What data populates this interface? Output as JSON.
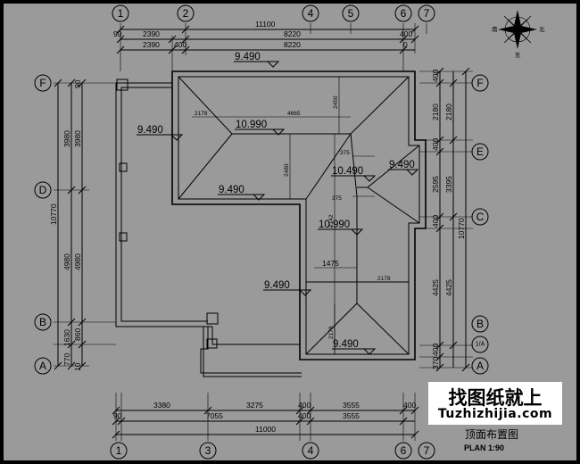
{
  "axes_top": [
    "1",
    "2",
    "4",
    "5",
    "6",
    "7"
  ],
  "axes_bottom": [
    "1",
    "3",
    "4",
    "6",
    "7"
  ],
  "axes_left": [
    "F",
    "D",
    "B",
    "A"
  ],
  "axes_right": [
    "F",
    "E",
    "C",
    "B",
    "A"
  ],
  "axis_right_extra": "1/A",
  "top_dims": {
    "overall": "11100",
    "row2": [
      "90",
      "2390",
      "8220",
      "400"
    ],
    "row3": [
      "2390",
      "400",
      "8220",
      "0"
    ]
  },
  "bottom_dims": {
    "row1": [
      "3380",
      "3275",
      "400",
      "3555",
      "400"
    ],
    "row2": [
      "90",
      "7055",
      "400",
      "3555"
    ],
    "overall": "11000"
  },
  "left_dims": {
    "outer": [
      "10770"
    ],
    "middle": [
      "3980",
      "4980",
      "1630",
      "770"
    ],
    "inner": [
      "90",
      "3980",
      "4980",
      "860",
      "10"
    ]
  },
  "right_dims": {
    "inner": [
      "400",
      "2180",
      "400",
      "2595",
      "400",
      "4425",
      "400",
      "370"
    ],
    "middle": [
      "2180",
      "3395",
      "4425"
    ],
    "outer": "10770"
  },
  "elevations": {
    "top": "9.490",
    "upper_ridge": "10.990",
    "left": "9.490",
    "middle": "9.490",
    "right_ridge": "10.490",
    "right": "9.490",
    "lower_ridge": "10.990",
    "lower_left": "9.490",
    "bottom": "9.490"
  },
  "inner_dims": {
    "d2178a": "2178",
    "d4665": "4665",
    "d2450": "2450",
    "d2480": "2480",
    "d375a": "375",
    "d375b": "375",
    "d2142": "2142",
    "d1475": "1475",
    "d2178b": "2178",
    "d2178c": "2178"
  },
  "compass_labels": [
    "南",
    "北",
    "东"
  ],
  "watermark": {
    "cn": "找图纸就上",
    "url": "Tuzhizhijia.com"
  },
  "plan_title": "顶面布置图",
  "plan_scale": "PLAN 1:90"
}
